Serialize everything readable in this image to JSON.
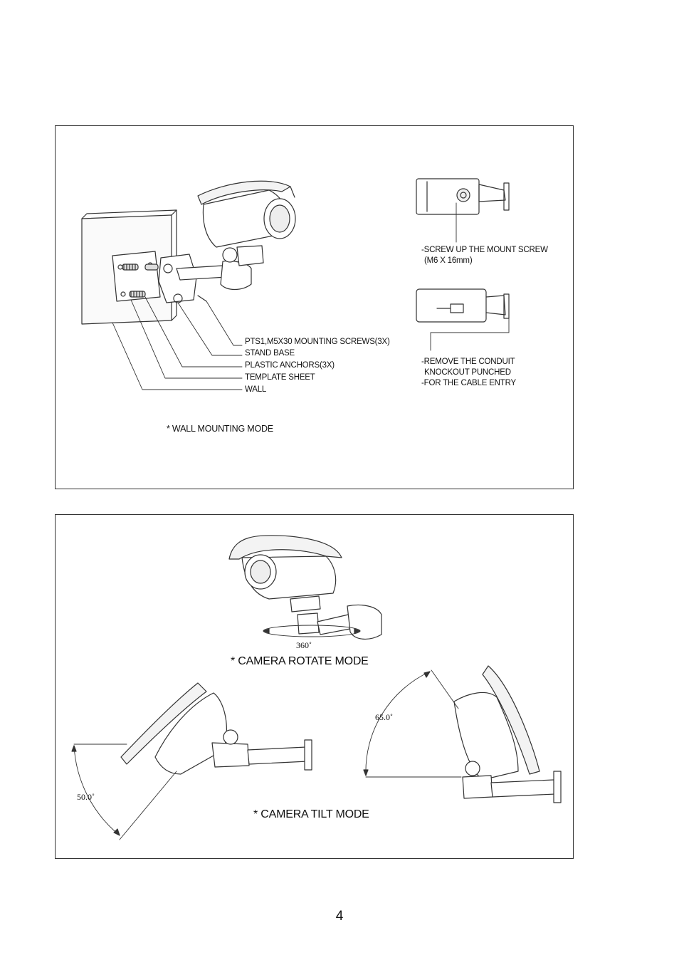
{
  "wall_panel": {
    "labels": {
      "mounting_screws": "PTS1,M5X30 MOUNTING SCREWS(3X)",
      "stand_base": "STAND BASE",
      "plastic_anchors": "PLASTIC ANCHORS(3X)",
      "template_sheet": "TEMPLATE SHEET",
      "wall": "WALL"
    },
    "screw_note": {
      "line1": "-SCREW UP THE MOUNT SCREW",
      "line2": "(M6 X 16mm)"
    },
    "conduit_note": {
      "line1": "-REMOVE THE CONDUIT",
      "line2": "KNOCKOUT PUNCHED",
      "line3": "-FOR THE CABLE ENTRY"
    },
    "caption": "* WALL MOUNTING MODE"
  },
  "modes_panel": {
    "rotate_angle": "360˚",
    "rotate_caption": "* CAMERA ROTATE MODE",
    "tilt_down_angle": "50.0˚",
    "tilt_up_angle": "65.0˚",
    "tilt_caption": "* CAMERA TILT MODE"
  },
  "page_number": "4"
}
